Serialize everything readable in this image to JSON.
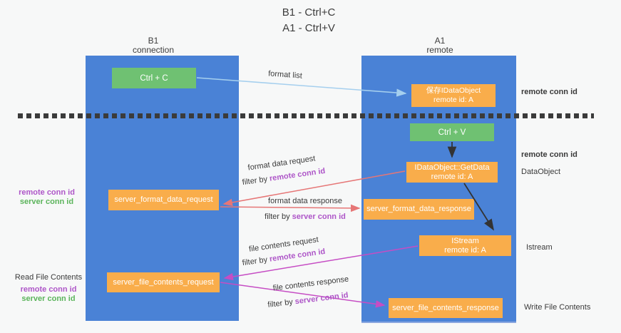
{
  "title": {
    "line1": "B1 - Ctrl+C",
    "line2": "A1 - Ctrl+V"
  },
  "lanes": {
    "left": {
      "name": "B1",
      "role": "connection"
    },
    "right": {
      "name": "A1",
      "role": "remote"
    }
  },
  "nodes": {
    "ctrl_c": {
      "label": "Ctrl + C"
    },
    "save_idataobject": {
      "line1": "保存IDataObject",
      "line2": "remote id: A"
    },
    "ctrl_v": {
      "label": "Ctrl + V"
    },
    "getdata": {
      "line1": "IDataObject::GetData",
      "line2": "remote id: A"
    },
    "istream": {
      "line1": "IStream",
      "line2": "remote id: A"
    },
    "server_format_data_request": {
      "label": "server_format_data_request"
    },
    "server_format_data_response": {
      "label": "server_format_data_response"
    },
    "server_file_contents_request": {
      "label": "server_file_contents_request"
    },
    "server_file_contents_response": {
      "label": "server_file_contents_response"
    }
  },
  "arrow_labels": {
    "format_list": "format list",
    "format_data_request": "format data request",
    "format_data_response": "format data response",
    "file_contents_request": "file contents request",
    "file_contents_response": "file contents response",
    "filter_by": "filter by ",
    "remote_conn_id": "remote conn id",
    "server_conn_id": "server conn id"
  },
  "side_labels": {
    "remote_conn_id": "remote conn id",
    "server_conn_id": "server conn id",
    "dataobject": "DataObject",
    "istream": "Istream",
    "read_file_contents": "Read File Contents",
    "write_file_contents": "Write File Contents"
  },
  "colors": {
    "lane_blue": "#4a82d6",
    "node_green": "#6fc172",
    "node_orange": "#f9ad4b",
    "arrow_blue": "#a5cfee",
    "arrow_red": "#e67676",
    "arrow_magenta": "#c64dc4",
    "arrow_black": "#333333",
    "text_purple": "#ae56c8",
    "text_green": "#5bb45b",
    "text_dark": "#3a3a3a"
  }
}
